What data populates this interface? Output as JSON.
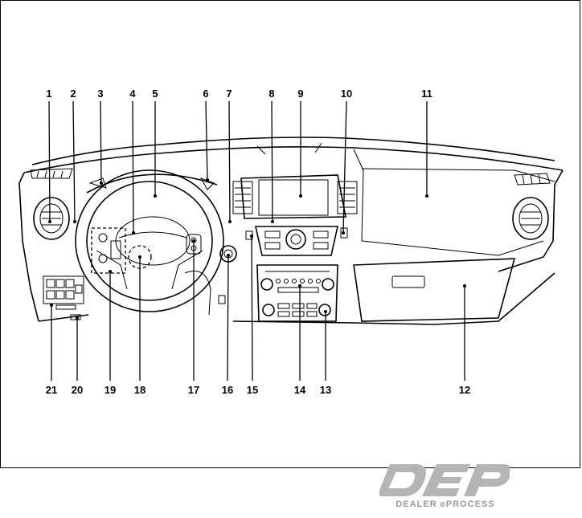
{
  "callouts_top": [
    "1",
    "2",
    "3",
    "4",
    "5",
    "6",
    "7",
    "8",
    "9",
    "10",
    "11"
  ],
  "callouts_bottom": [
    "21",
    "20",
    "19",
    "18",
    "17",
    "16",
    "15",
    "14",
    "13",
    "12"
  ],
  "watermark": {
    "logo_text": "DEP",
    "tagline": "DEALER ePROCESS",
    "color": "#9a9a9a"
  }
}
